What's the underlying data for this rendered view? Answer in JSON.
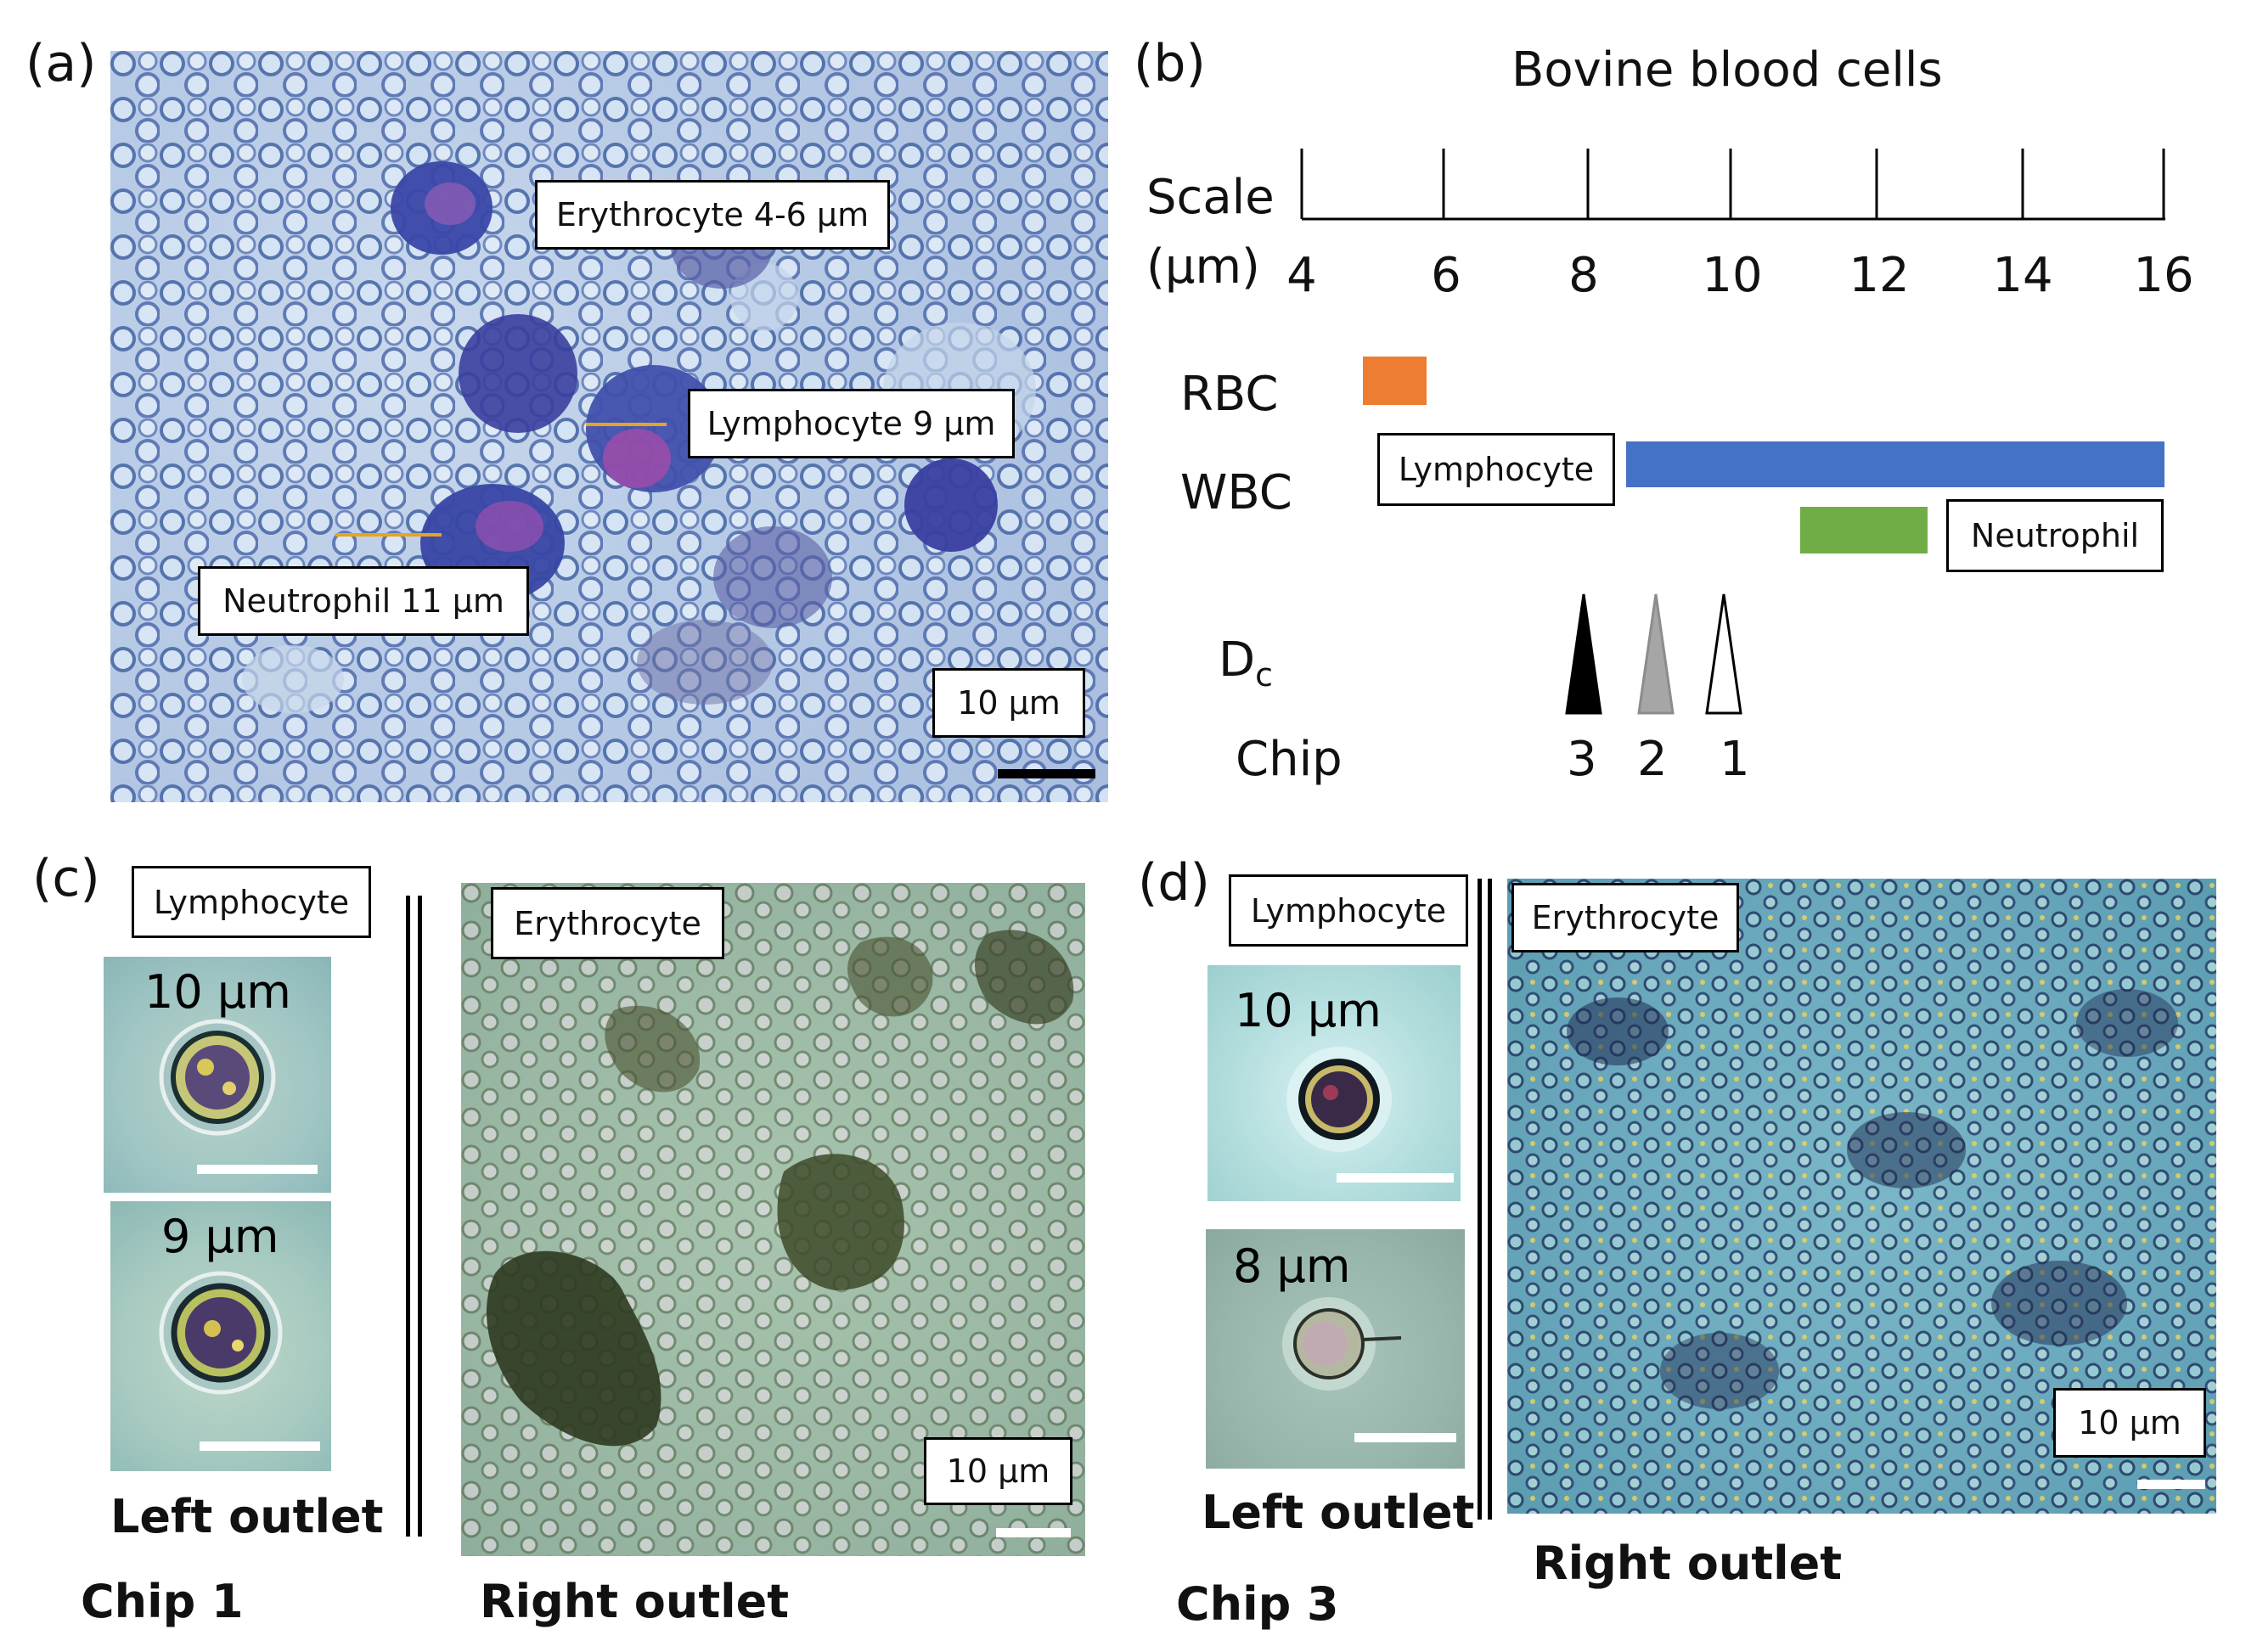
{
  "panels": {
    "a": {
      "letter": "(a)",
      "labels": {
        "erythrocyte": "Erythrocyte 4-6 μm",
        "lymphocyte": "Lymphocyte 9 μm",
        "neutrophil": "Neutrophil 11 μm",
        "scale": "10 μm"
      }
    },
    "b": {
      "letter": "(b)",
      "title": "Bovine blood cells",
      "scale_label_line1": "Scale",
      "scale_label_line2": "(μm)",
      "ticks": [
        "4",
        "6",
        "8",
        "10",
        "12",
        "14",
        "16"
      ],
      "rbc_label": "RBC",
      "wbc_label": "WBC",
      "lymphocyte_box": "Lymphocyte",
      "neutrophil_box": "Neutrophil",
      "dc_label": "D",
      "dc_sub": "c",
      "chip_label": "Chip",
      "chip_numbers": [
        "3",
        "2",
        "1"
      ],
      "colors": {
        "rbc": "#ed7d31",
        "wbc": "#4472c4",
        "neutrophil": "#70ad47",
        "chip3": "#000000",
        "chip2": "#a6a6a6",
        "chip1": "#ffffff"
      }
    },
    "c": {
      "letter": "(c)",
      "lymphocyte_box": "Lymphocyte",
      "erythrocyte_box": "Erythrocyte",
      "cell1_size": "10 μm",
      "cell2_size": "9 μm",
      "scale": "10 μm",
      "left_outlet": "Left outlet",
      "right_outlet": "Right outlet",
      "chip": "Chip 1"
    },
    "d": {
      "letter": "(d)",
      "lymphocyte_box": "Lymphocyte",
      "erythrocyte_box": "Erythrocyte",
      "cell1_size": "10 μm",
      "cell2_size": "8 μm",
      "scale": "10 μm",
      "left_outlet": "Left outlet",
      "right_outlet": "Right outlet",
      "chip": "Chip 3"
    }
  }
}
